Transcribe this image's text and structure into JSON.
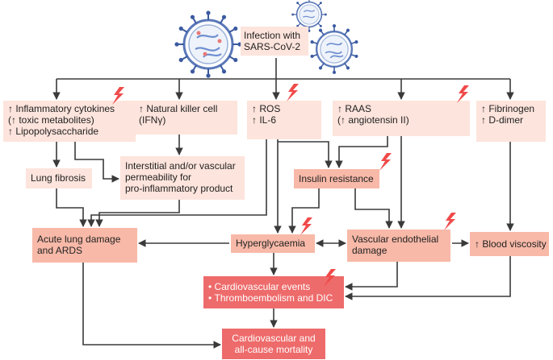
{
  "header": {
    "infection_line1": "Infection with",
    "infection_line2": "SARS-CoV-2"
  },
  "boxes": {
    "inflammatory": [
      "↑ Inflammatory cytokines",
      "(↑ toxic metabolites)",
      "↑ Lipopolysaccharide"
    ],
    "nk": [
      "↑ Natural killer cell",
      "(IFNγ)"
    ],
    "ros": [
      "↑ ROS",
      "↑ IL-6"
    ],
    "raas": [
      "↑ RAAS",
      "(↑ angiotensin II)"
    ],
    "fibrinogen": [
      "↑ Fibrinogen",
      "↑ D-dimer"
    ],
    "lung_fibrosis": [
      "Lung fibrosis"
    ],
    "interstitial": [
      "Interstitial and/or vascular",
      "permeability for",
      "pro-inflammatory product"
    ],
    "insulin": [
      "Insulin resistance"
    ],
    "acute_lung": [
      "Acute lung damage",
      "and ARDS"
    ],
    "hyperglycaemia": [
      "Hyperglycaemia"
    ],
    "vascular": [
      "Vascular endothelial",
      "damage"
    ],
    "blood_viscosity": [
      "↑ Blood viscosity"
    ],
    "cv_events": [
      "Cardiovascular events",
      "Thromboembolism and DIC"
    ],
    "mortality": [
      "Cardiovascular and",
      "all-cause mortality"
    ]
  },
  "colors": {
    "light_box": "#fde4dc",
    "mid_box": "#f8b9a8",
    "dark_box": "#ee6b6b",
    "arrow": "#3a3a3a",
    "lightning": "#f04a4a",
    "virus_blue": "#3b5aa0"
  },
  "icons": {
    "virus": "virus-icon",
    "lightning": "lightning-icon"
  }
}
